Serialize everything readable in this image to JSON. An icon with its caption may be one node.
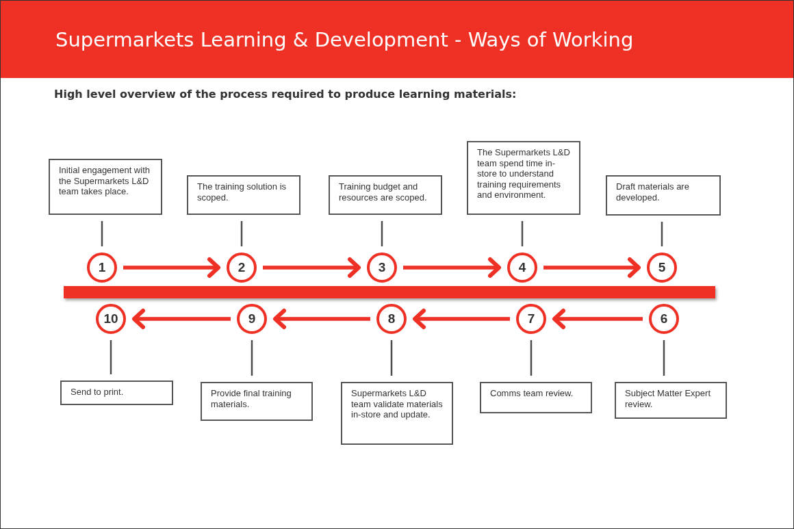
{
  "diagram": {
    "title": "Supermarkets Learning & Development - Ways of Working",
    "nodes": [
      {
        "text": [
          "1"
        ]
      },
      {
        "text": [
          "2"
        ]
      },
      {
        "text": [
          "3"
        ]
      },
      {
        "text": [
          "4"
        ]
      },
      {
        "text": [
          "5"
        ]
      },
      {
        "text": [
          "6"
        ]
      },
      {
        "text": [
          "7"
        ]
      },
      {
        "text": [
          "8"
        ]
      },
      {
        "text": [
          "9"
        ]
      },
      {
        "text": [
          "10"
        ]
      },
      {
        "text": [
          "Initial engagement with the Supermarkets L&D team takes place."
        ]
      },
      {
        "text": [
          "The training solution is scoped."
        ]
      },
      {
        "text": [
          "Training budget and resources are scoped."
        ]
      },
      {
        "text": [
          "The Supermarkets L&D team spend time in-store to understand training requirements and environment."
        ]
      },
      {
        "text": [
          "Draft materials are developed."
        ]
      },
      {
        "text": [
          "Subject Matter Expert review."
        ]
      },
      {
        "text": [
          "Comms team review."
        ]
      },
      {
        "text": [
          "Supermarkets L&D team validate materials in-store and update."
        ]
      },
      {
        "text": [
          "Provide final training materials."
        ]
      },
      {
        "text": [
          "Send to print."
        ]
      },
      {
        "text": [],
        "shape": "bar"
      }
    ],
    "edges": [
      {
        "from": 0,
        "to": 1,
        "arrow": "to",
        "style": "thick",
        "color": "#ee3124"
      },
      {
        "from": 1,
        "to": 2,
        "arrow": "to",
        "style": "thick",
        "color": "#ee3124"
      },
      {
        "from": 2,
        "to": 3,
        "arrow": "to",
        "style": "thick",
        "color": "#ee3124"
      },
      {
        "from": 3,
        "to": 4,
        "arrow": "to",
        "style": "thick",
        "color": "#ee3124"
      },
      {
        "from": 5,
        "to": 6,
        "arrow": "to",
        "style": "thick",
        "color": "#ee3124"
      },
      {
        "from": 6,
        "to": 7,
        "arrow": "to",
        "style": "thick",
        "color": "#ee3124"
      },
      {
        "from": 7,
        "to": 8,
        "arrow": "to",
        "style": "thick",
        "color": "#ee3124"
      },
      {
        "from": 8,
        "to": 9,
        "arrow": "to",
        "style": "thick",
        "color": "#ee3124"
      },
      {
        "from": 10,
        "to": 0,
        "arrow": "none"
      },
      {
        "from": 11,
        "to": 1,
        "arrow": "none"
      },
      {
        "from": 12,
        "to": 2,
        "arrow": "none"
      },
      {
        "from": 13,
        "to": 3,
        "arrow": "none"
      },
      {
        "from": 14,
        "to": 4,
        "arrow": "none"
      },
      {
        "from": 15,
        "to": 5,
        "arrow": "none"
      },
      {
        "from": 16,
        "to": 6,
        "arrow": "none"
      },
      {
        "from": 17,
        "to": 7,
        "arrow": "none"
      },
      {
        "from": 18,
        "to": 8,
        "arrow": "none"
      },
      {
        "from": 19,
        "to": 9,
        "arrow": "none"
      }
    ],
    "labels": [
      "High level overview of the process required to produce learning materials:"
    ]
  }
}
